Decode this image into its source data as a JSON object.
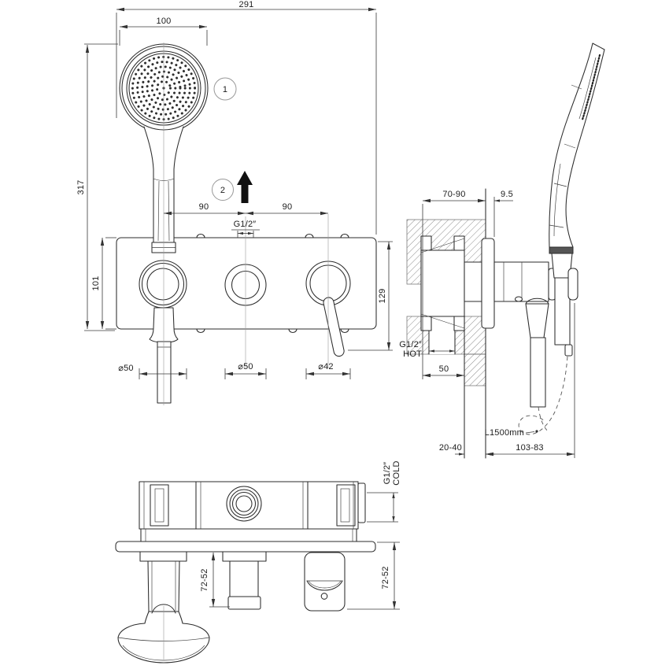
{
  "front_view": {
    "dim_overall_width": "291",
    "dim_head_diameter": "100",
    "dim_overall_height": "317",
    "dim_plate_height": "101",
    "dim_trim_height": "129",
    "dim_spacing_left": "90",
    "dim_spacing_right": "90",
    "outlet_thread_label": "G1/2″",
    "dia_holder_knob": "⌀50",
    "dia_center_knob": "⌀50",
    "dia_lever_knob": "⌀42",
    "balloon_item_1": "1",
    "balloon_item_2": "2"
  },
  "side_view": {
    "dim_recess_depth": "70-90",
    "dim_plate_thickness": "9.5",
    "hot_inlet_thread": "G1/2″",
    "hot_inlet_label": "HOT",
    "dim_inlet_offset": "50",
    "dim_wall_thickness": "20-40",
    "dim_protrusion": "103-83",
    "hose_length_label": "L1500mm"
  },
  "bottom_view": {
    "cold_inlet_thread": "G1/2″",
    "cold_inlet_label": "COLD",
    "dim_knob_depth_center": "72-52",
    "dim_knob_depth_lever": "72-52"
  }
}
